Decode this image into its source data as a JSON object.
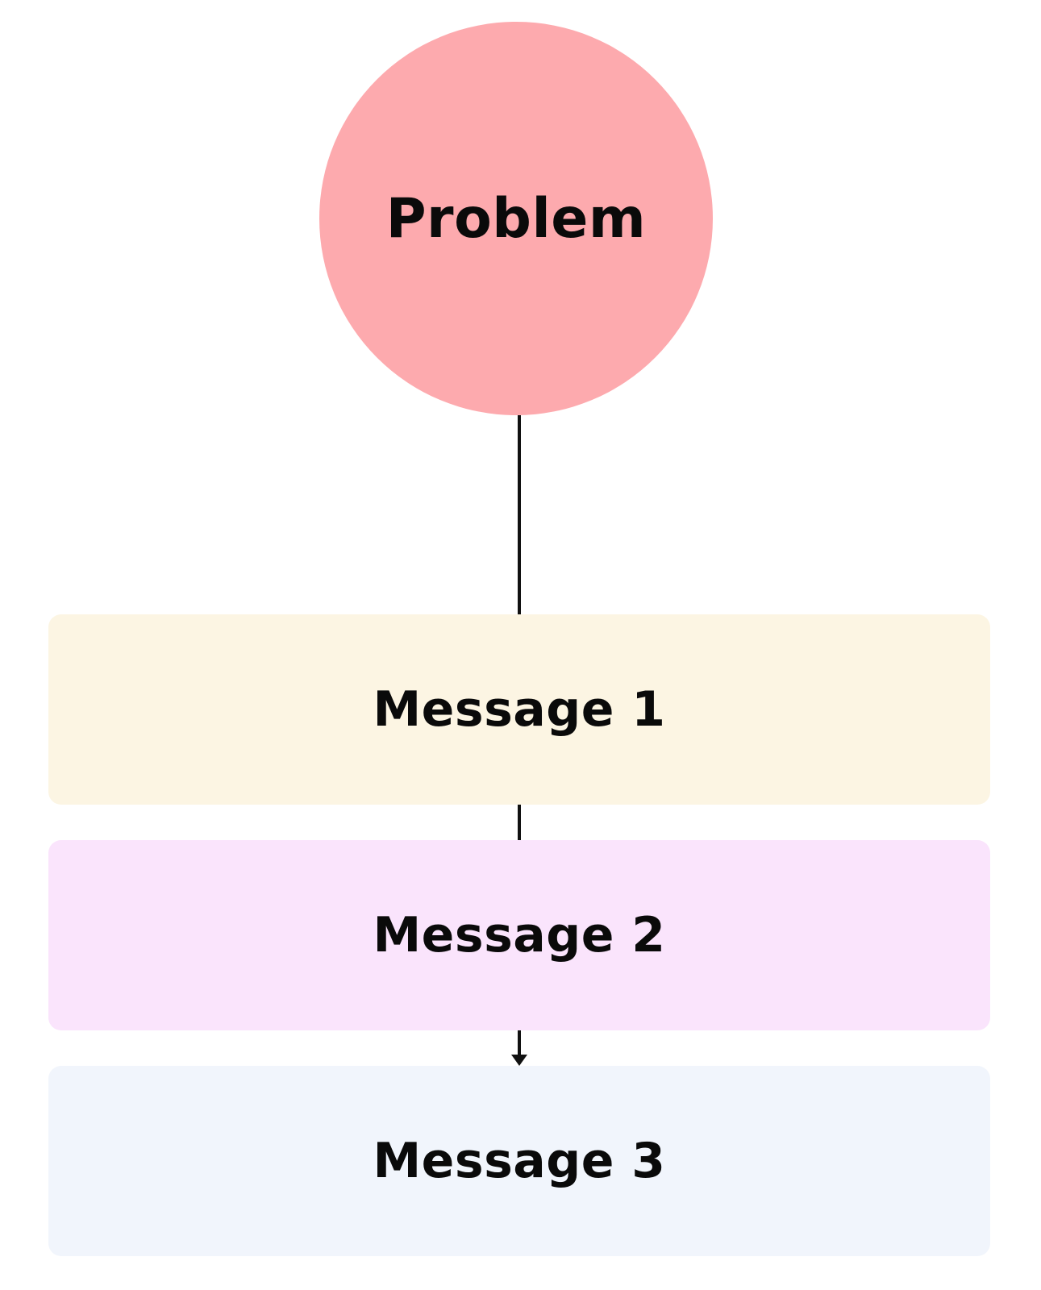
{
  "problem": {
    "label": "Problem",
    "color": "#fdaaae"
  },
  "messages": [
    {
      "label": "Message 1",
      "color": "#fcf5e3"
    },
    {
      "label": "Message 2",
      "color": "#fae4fc"
    },
    {
      "label": "Message 3",
      "color": "#f1f5fc"
    }
  ],
  "connector_color": "#111111"
}
